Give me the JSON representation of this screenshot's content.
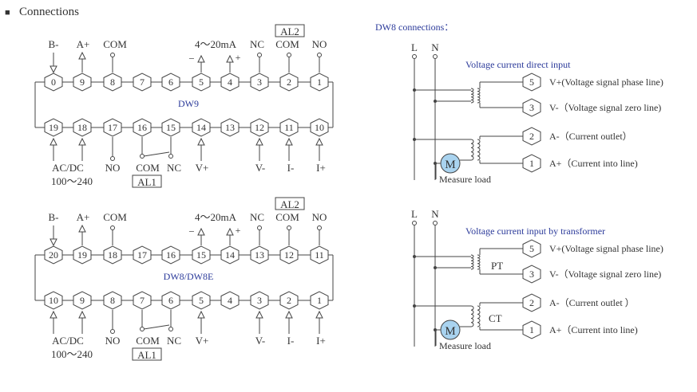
{
  "header": {
    "bullet": "■",
    "title": "Connections"
  },
  "dw9": {
    "name": "DW9",
    "top_terminals": [
      "0",
      "9",
      "8",
      "7",
      "6",
      "5",
      "4",
      "3",
      "2",
      "1"
    ],
    "bottom_terminals": [
      "19",
      "18",
      "17",
      "16",
      "15",
      "14",
      "13",
      "12",
      "11",
      "10"
    ],
    "top_labels": {
      "b_minus": "B-",
      "a_plus": "A+",
      "com": "COM",
      "analog": "4～20mA",
      "minus": "−",
      "plus": "+",
      "nc": "NC",
      "com2": "COM",
      "no": "NO",
      "al2": "AL2"
    },
    "bottom_labels": {
      "acdc": "AC/DC",
      "range": "100～240",
      "no": "NO",
      "com": "COM",
      "nc": "NC",
      "vplus": "V+",
      "vminus": "V-",
      "iminus": "I-",
      "iplus": "I+",
      "al1": "AL1"
    }
  },
  "dw8": {
    "name": "DW8/DW8E",
    "top_terminals": [
      "20",
      "19",
      "18",
      "17",
      "16",
      "15",
      "14",
      "13",
      "12",
      "11"
    ],
    "bottom_terminals": [
      "10",
      "9",
      "8",
      "7",
      "6",
      "5",
      "4",
      "3",
      "2",
      "1"
    ],
    "top_labels": {
      "b_minus": "B-",
      "a_plus": "A+",
      "com": "COM",
      "analog": "4～20mA",
      "minus": "−",
      "plus": "+",
      "nc": "NC",
      "com2": "COM",
      "no": "NO",
      "al2": "AL2"
    },
    "bottom_labels": {
      "acdc": "AC/DC",
      "range": "100～240",
      "no": "NO",
      "com": "COM",
      "nc": "NC",
      "vplus": "V+",
      "vminus": "V-",
      "iminus": "I-",
      "iplus": "I+",
      "al1": "AL1"
    }
  },
  "right": {
    "title": "DW8 connections：",
    "L": "L",
    "N": "N",
    "direct": {
      "caption": "Voltage current direct input",
      "rows": [
        {
          "num": "5",
          "text": "V+(Voltage signal phase line)"
        },
        {
          "num": "3",
          "text": "V-（Voltage signal zero line)"
        },
        {
          "num": "2",
          "text": "A-（Current outlet）"
        },
        {
          "num": "1",
          "text": "A+（Current into line)"
        }
      ],
      "motor": "M",
      "load": "Measure load"
    },
    "transformer": {
      "caption": "Voltage current input by transformer",
      "rows": [
        {
          "num": "5",
          "text": "V+(Voltage signal phase line)"
        },
        {
          "num": "3",
          "text": "V-（Voltage signal zero line)"
        },
        {
          "num": "2",
          "text": "A-（Current outlet ）"
        },
        {
          "num": "1",
          "text": "A+（Current into line)"
        }
      ],
      "pt": "PT",
      "ct": "CT",
      "motor": "M",
      "load": "Measure load"
    }
  },
  "colors": {
    "line": "#444444",
    "accent": "#2b3a9a",
    "motor_fill": "#a9d3ef"
  }
}
